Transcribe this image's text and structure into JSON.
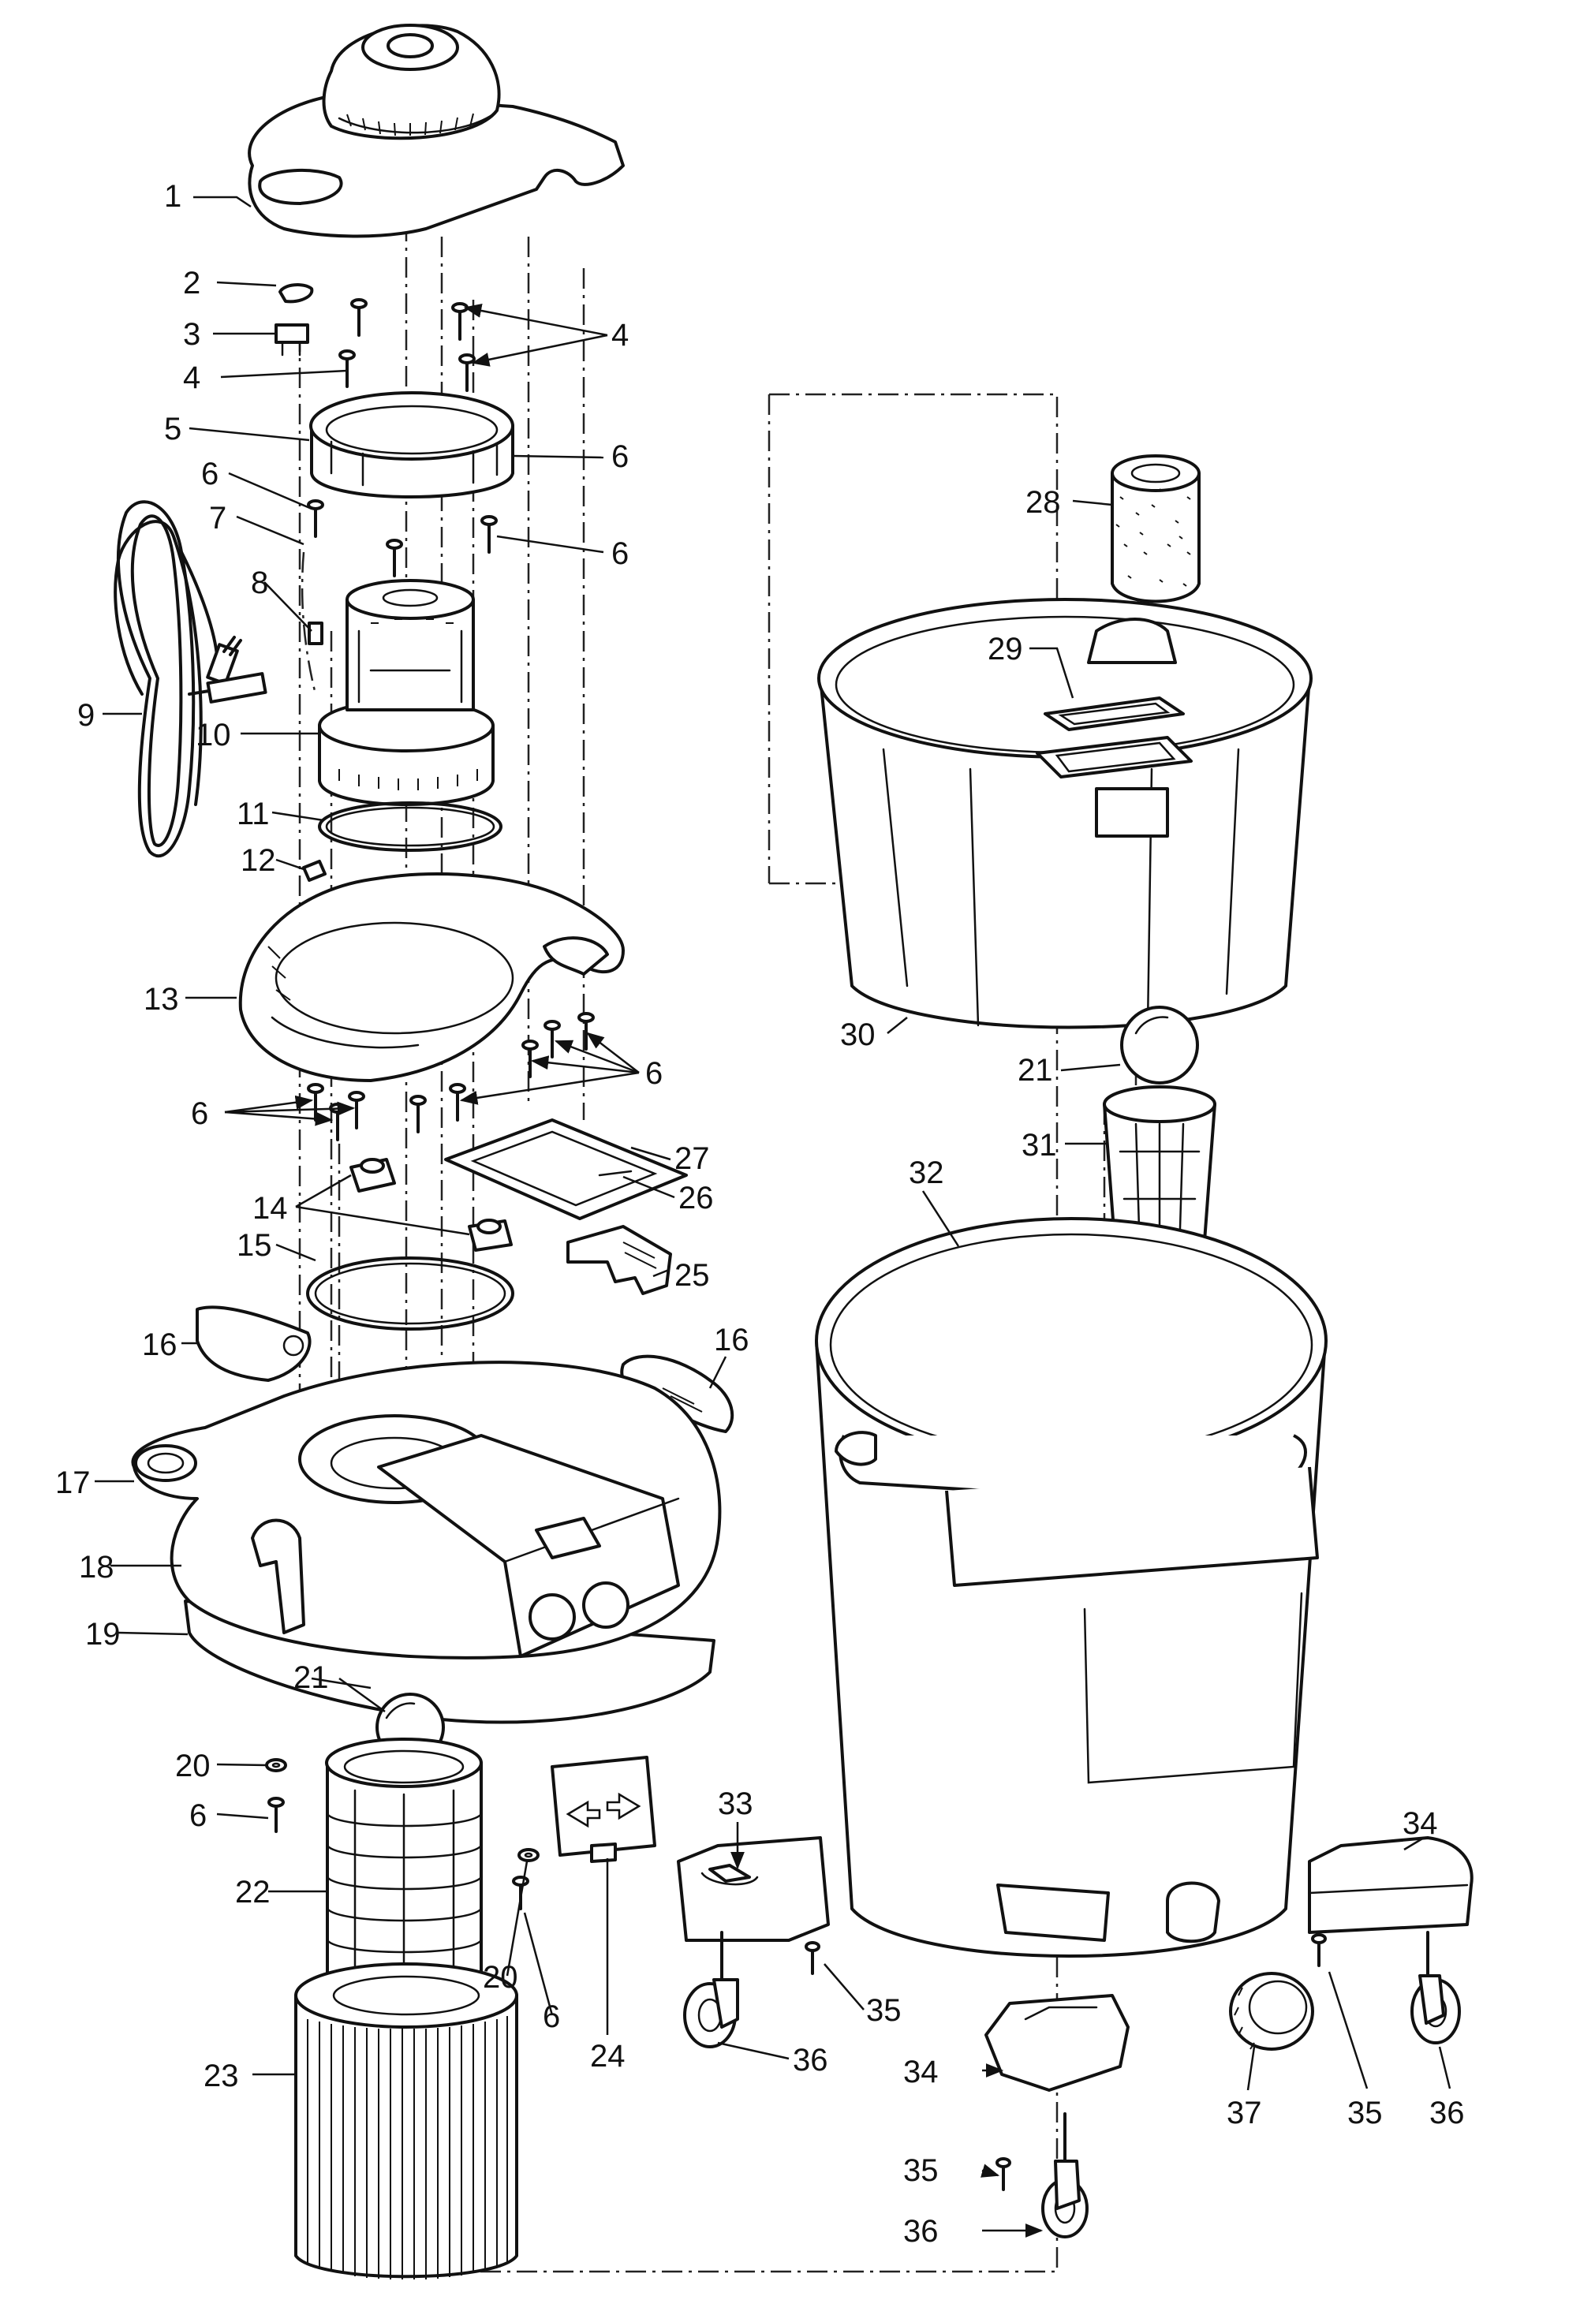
{
  "diagram": {
    "type": "exploded-parts-view",
    "callouts": [
      "1",
      "2",
      "3",
      "4",
      "4",
      "5",
      "6",
      "6",
      "7",
      "6",
      "8",
      "9",
      "10",
      "11",
      "12",
      "13",
      "6",
      "6",
      "14",
      "15",
      "16",
      "16",
      "17",
      "18",
      "19",
      "21",
      "20",
      "6",
      "22",
      "20",
      "6",
      "24",
      "23",
      "27",
      "26",
      "25",
      "28",
      "29",
      "30",
      "21",
      "31",
      "32",
      "33",
      "34",
      "35",
      "36",
      "34",
      "35",
      "36",
      "37",
      "35",
      "36"
    ]
  }
}
